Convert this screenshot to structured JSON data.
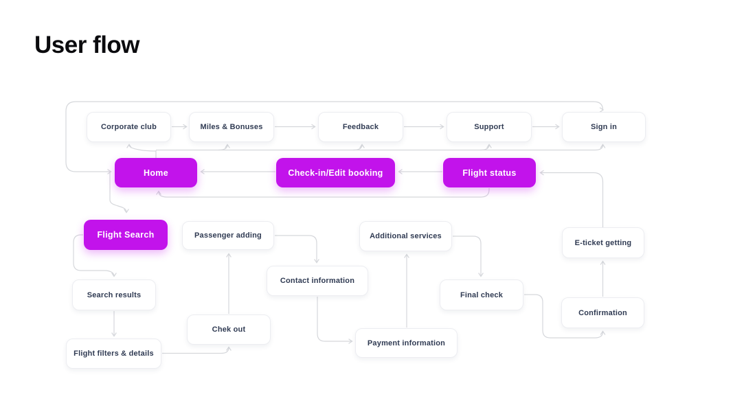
{
  "title": "User flow",
  "colors": {
    "accent": "#C213EB",
    "node_text": "#2F3A52",
    "line": "#D5D7DB",
    "background": "#FFFFFF"
  },
  "nodes": {
    "corporate_club": {
      "label": "Corporate club"
    },
    "miles_bonuses": {
      "label": "Miles & Bonuses"
    },
    "feedback": {
      "label": "Feedback"
    },
    "support": {
      "label": "Support"
    },
    "sign_in": {
      "label": "Sign in"
    },
    "home": {
      "label": "Home"
    },
    "check_in": {
      "label": "Check-in/Edit booking"
    },
    "flight_status": {
      "label": "Flight status"
    },
    "flight_search": {
      "label": "Flight Search"
    },
    "passenger_adding": {
      "label": "Passenger adding"
    },
    "additional_services": {
      "label": "Additional services"
    },
    "e_ticket": {
      "label": "E-ticket getting"
    },
    "search_results": {
      "label": "Search results"
    },
    "contact_information": {
      "label": "Contact information"
    },
    "final_check": {
      "label": "Final check"
    },
    "confirmation": {
      "label": "Confirmation"
    },
    "chek_out": {
      "label": "Chek out"
    },
    "payment_information": {
      "label": "Payment information"
    },
    "flight_filters": {
      "label": "Flight filters & details"
    }
  }
}
